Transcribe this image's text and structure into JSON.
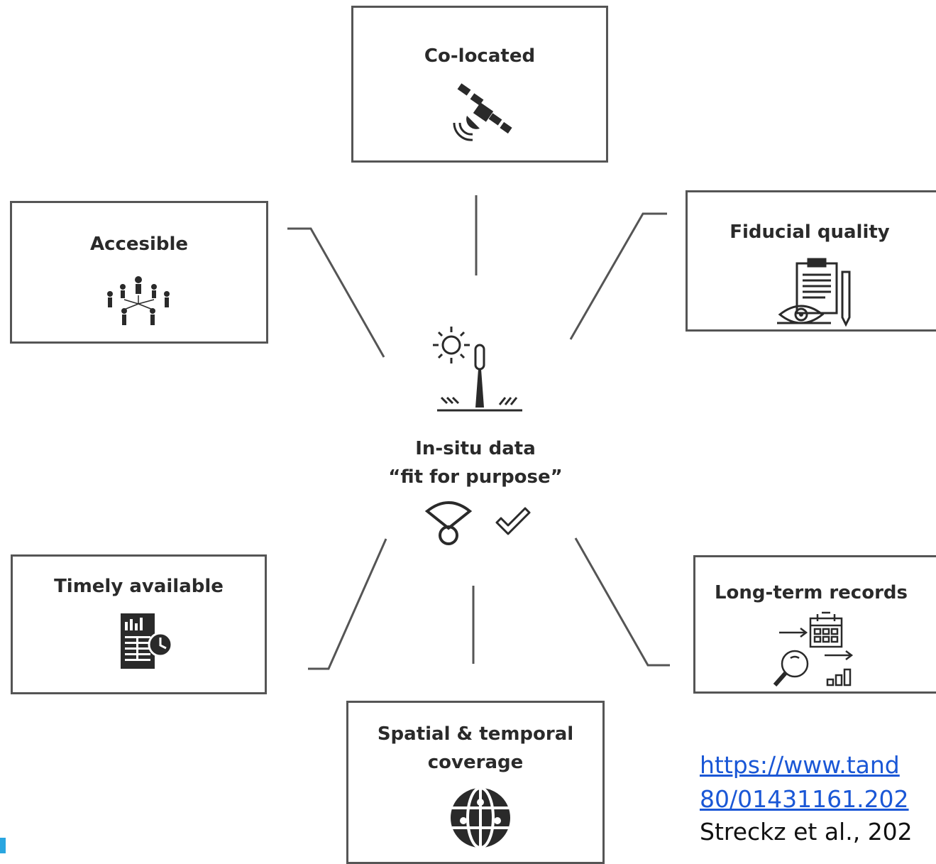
{
  "center": {
    "line1": "In-situ data",
    "line2": "“fit for purpose”"
  },
  "boxes": {
    "co_located": "Co-located",
    "accesible": "Accesible",
    "fiducial": "Fiducial quality",
    "timely": "Timely available",
    "long_term": "Long-term  records",
    "spatial_line1": "Spatial & temporal",
    "spatial_line2": "coverage"
  },
  "reference": {
    "link_line1": "https://www.tand",
    "link_line2": "80/01431161.202",
    "citation": "Streckz et al., 202"
  },
  "colors": {
    "frame": "#555555",
    "text": "#2a2a2a",
    "link": "#1a57d6",
    "accent": "#2aa6e0"
  },
  "icons": [
    "satellite-icon",
    "people-network-icon",
    "clipboard-eye-icon",
    "report-clock-icon",
    "calendar-search-icon",
    "globe-icon",
    "sun-sensor-icon",
    "wifi-icon",
    "check-icon"
  ]
}
